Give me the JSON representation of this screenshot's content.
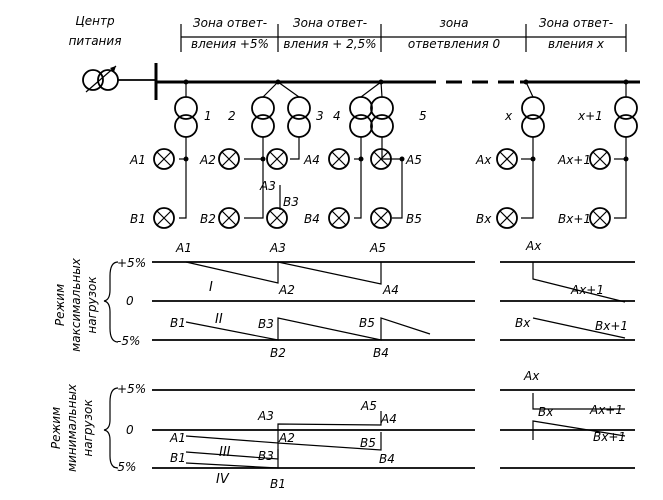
{
  "header": {
    "power_center": [
      "Центр",
      "питания"
    ],
    "zones": [
      [
        "Зона ответ-",
        "вления +5%"
      ],
      [
        "Зона ответ-",
        "вления + 2,5%"
      ],
      [
        "зона",
        "ответвления 0"
      ],
      [
        "Зона ответ-",
        "вления x"
      ]
    ]
  },
  "transformers": [
    "1",
    "2",
    "3",
    "4",
    "5",
    "x",
    "x+1"
  ],
  "consumers": {
    "top_row": [
      "A1",
      "A2",
      "A4",
      "A5",
      "Ax",
      "Ax+1"
    ],
    "bottom_row": [
      "B1",
      "B2",
      "B4",
      "B5",
      "Bx",
      "Bx+1"
    ],
    "junction_labels": [
      "A3",
      "B3"
    ]
  },
  "max_load": {
    "side_label": [
      "Режим",
      "максимальных",
      "нагрузок"
    ],
    "ticks": [
      "+5%",
      "0",
      "-5%"
    ],
    "point_labels": [
      "A1",
      "A3",
      "A5",
      "Ax",
      "A2",
      "A4",
      "Ax+1",
      "B1",
      "B3",
      "B5",
      "Bx",
      "Bx+1",
      "B2",
      "B4"
    ],
    "roman": [
      "I",
      "II"
    ]
  },
  "min_load": {
    "side_label": [
      "Режим",
      "минимальных",
      "нагрузок"
    ],
    "ticks": [
      "+5%",
      "0",
      "-5%"
    ],
    "point_labels": [
      "Ax",
      "A5",
      "A3",
      "A4",
      "Bx",
      "Ax+1",
      "A1",
      "A2",
      "B5",
      "Bx+1",
      "B1",
      "B3",
      "B4",
      "B1"
    ],
    "roman": [
      "III",
      "IV"
    ]
  }
}
